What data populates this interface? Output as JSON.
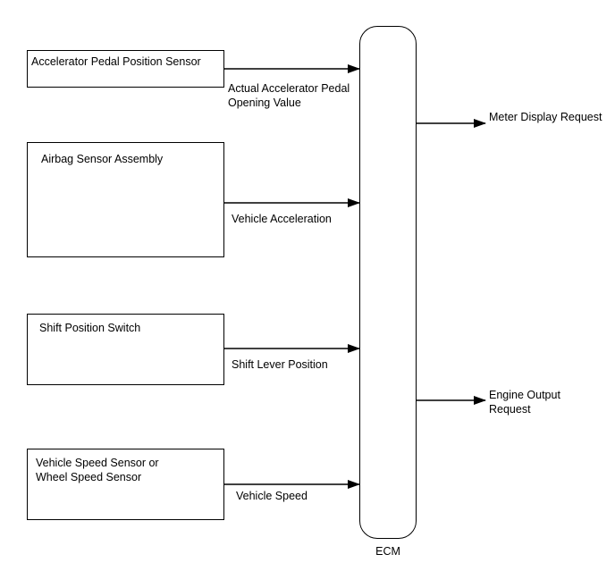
{
  "inputs": [
    {
      "box_label": "Accelerator Pedal Position Sensor",
      "signal_label": "Actual Accelerator Pedal\nOpening Value"
    },
    {
      "box_label": "Airbag Sensor Assembly",
      "signal_label": "Vehicle Acceleration"
    },
    {
      "box_label": "Shift Position Switch",
      "signal_label": "Shift Lever Position"
    },
    {
      "box_label": "Vehicle Speed Sensor or\nWheel Speed Sensor",
      "signal_label": "Vehicle Speed"
    }
  ],
  "ecm": {
    "label": "ECM"
  },
  "outputs": [
    {
      "label": "Meter Display Request"
    },
    {
      "label": "Engine Output\nRequest"
    }
  ]
}
